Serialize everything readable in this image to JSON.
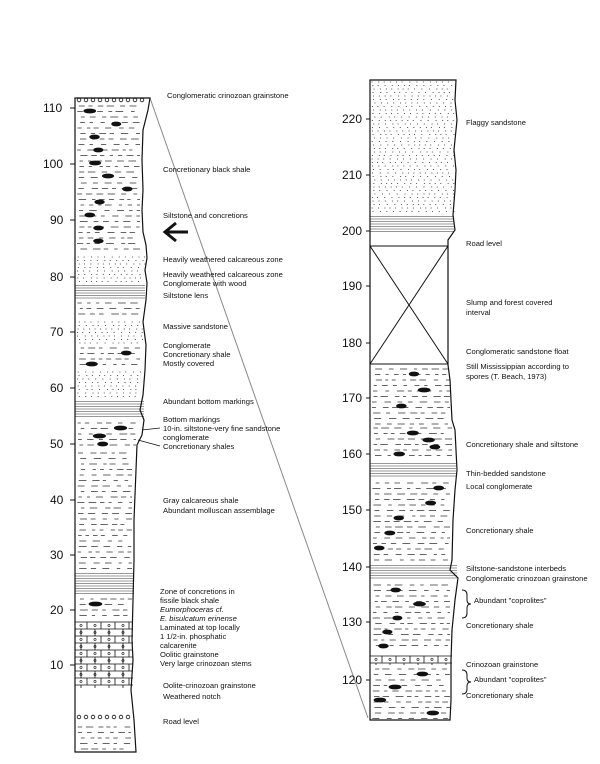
{
  "left_column": {
    "ticks": [
      "10",
      "20",
      "30",
      "40",
      "50",
      "60",
      "70",
      "80",
      "90",
      "100",
      "110"
    ],
    "labels": [
      {
        "id": "l1",
        "text": "Conglomeratic crinozoan grainstone"
      },
      {
        "id": "l2",
        "text": "Concretionary black shale"
      },
      {
        "id": "l3",
        "text": "Siltstone and concretions"
      },
      {
        "id": "l4",
        "text": "Heavily weathered calcareous zone"
      },
      {
        "id": "l5",
        "text": "Heavily weathered calcareous zone"
      },
      {
        "id": "l6",
        "text": "Conglomerate with wood"
      },
      {
        "id": "l7",
        "text": "Siltstone lens"
      },
      {
        "id": "l8",
        "text": "Massive sandstone"
      },
      {
        "id": "l9",
        "text": "Conglomerate"
      },
      {
        "id": "l10",
        "text": "Concretionary shale"
      },
      {
        "id": "l11",
        "text": "Mostly covered"
      },
      {
        "id": "l12",
        "text": "Abundant bottom markings"
      },
      {
        "id": "l13",
        "text": "Bottom markings"
      },
      {
        "id": "l14",
        "text": "10-in. siltstone-very fine sandstone"
      },
      {
        "id": "l15",
        "text": "conglomerate"
      },
      {
        "id": "l16",
        "text": "Concretionary shales"
      },
      {
        "id": "l17",
        "text": "Gray calcareous shale"
      },
      {
        "id": "l18",
        "text": "Abundant molluscan assemblage"
      },
      {
        "id": "l19",
        "text": "Zone of concretions in"
      },
      {
        "id": "l20",
        "text": "fissile black shale"
      },
      {
        "id": "l21",
        "text": "Eumorphoceras cf.",
        "italic": true
      },
      {
        "id": "l22",
        "text": "E. bisulcatum erinense",
        "italic": true
      },
      {
        "id": "l23",
        "text": "Laminated at top locally"
      },
      {
        "id": "l24",
        "text": "1 1/2-in. phosphatic"
      },
      {
        "id": "l25",
        "text": "calcarenite"
      },
      {
        "id": "l26",
        "text": "Oolitic grainstone"
      },
      {
        "id": "l27",
        "text": "Very large crinozoan stems"
      },
      {
        "id": "l28",
        "text": "Oolite-crinozoan grainstone"
      },
      {
        "id": "l29",
        "text": "Weathered notch"
      },
      {
        "id": "l30",
        "text": "Road level"
      }
    ]
  },
  "right_column": {
    "ticks": [
      "120",
      "130",
      "140",
      "150",
      "160",
      "170",
      "180",
      "190",
      "200",
      "210",
      "220"
    ],
    "labels": [
      {
        "id": "r1",
        "text": "Flaggy sandstone"
      },
      {
        "id": "r2",
        "text": "Road level"
      },
      {
        "id": "r3",
        "text": "Slump and forest covered"
      },
      {
        "id": "r4",
        "text": "interval"
      },
      {
        "id": "r5",
        "text": "Conglomeratic sandstone float"
      },
      {
        "id": "r6",
        "text": "Still Mississippian according to"
      },
      {
        "id": "r7",
        "text": "spores (T. Beach, 1973)"
      },
      {
        "id": "r8",
        "text": "Concretionary shale and siltstone"
      },
      {
        "id": "r9",
        "text": "Thin-bedded sandstone"
      },
      {
        "id": "r10",
        "text": "Local conglomerate"
      },
      {
        "id": "r11",
        "text": "Concretionary shale"
      },
      {
        "id": "r12",
        "text": "Siltstone-sandstone interbeds"
      },
      {
        "id": "r13",
        "text": "Conglomeratic crinozoan grainstone"
      },
      {
        "id": "r14",
        "text": "Abundant \"coprolites\""
      },
      {
        "id": "r15",
        "text": "Concretionary shale"
      },
      {
        "id": "r16",
        "text": "Crinozoan grainstone"
      },
      {
        "id": "r17",
        "text": "Abundant \"coprolites\""
      },
      {
        "id": "r18",
        "text": "Concretionary shale"
      }
    ]
  },
  "colors": {
    "ink": "#111111",
    "paper": "#ffffff",
    "connector": "#888888"
  },
  "icons": {
    "arrow": "left-arrow-icon"
  }
}
